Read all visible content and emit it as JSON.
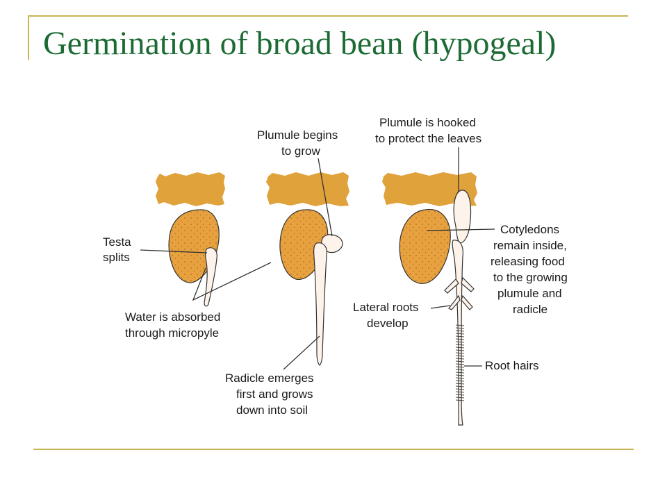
{
  "slide": {
    "title": "Germination of broad bean (hypogeal)",
    "accent_color": "#c8b454",
    "title_color": "#1c6b35"
  },
  "diagram": {
    "colors": {
      "soil": "#e0a23a",
      "cotyledon": "#e7a13e",
      "dots": "#7a4a14",
      "root": "#fdf3ea",
      "outline": "#333333"
    },
    "labels": {
      "testa_1": "Testa",
      "testa_2": "splits",
      "water_1": "Water is absorbed",
      "water_2": "through micropyle",
      "plumule_begins_1": "Plumule begins",
      "plumule_begins_2": "to grow",
      "radicle_1": "Radicle emerges",
      "radicle_2": "first and grows",
      "radicle_3": "down into soil",
      "plumule_hooked_1": "Plumule is hooked",
      "plumule_hooked_2": "to protect the leaves",
      "cotyledons_1": "Cotyledons",
      "cotyledons_2": "remain inside,",
      "cotyledons_3": "releasing food",
      "cotyledons_4": "to the growing",
      "cotyledons_5": "plumule and",
      "cotyledons_6": "radicle",
      "lateral_1": "Lateral roots",
      "lateral_2": "develop",
      "root_hairs": "Root hairs"
    }
  }
}
